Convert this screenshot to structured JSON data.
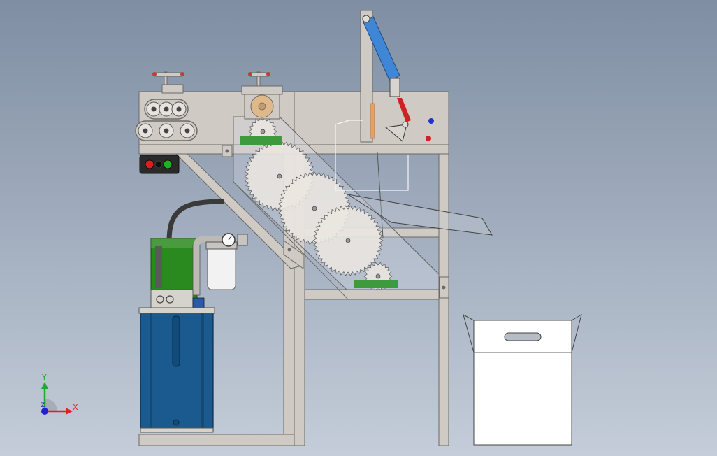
{
  "colors": {
    "background_top": "#7f8ea3",
    "background_bottom": "#c4cdd9",
    "frame_steel": "#cfcac4",
    "frame_edge": "#6b6a68",
    "hydraulic_tank": "#1b5a8e",
    "pump_housing": "#2b8a1f",
    "cylinder_blue": "#3f86d6",
    "lever_red": "#cc2222",
    "roller_tan": "#e0b98a",
    "gear_fill": "#ebe6e0",
    "mount_green": "#3d9a3d",
    "axis_y": "#1faa2a",
    "axis_x": "#dd2222",
    "axis_z": "#2222cc"
  },
  "icons": {
    "control_box": "start-stop-control-icon",
    "gauge": "pressure-gauge-icon",
    "triad": "coordinate-triad-icon"
  },
  "axes": {
    "y_label": "Y",
    "x_label": "X",
    "z_label": "Z"
  }
}
